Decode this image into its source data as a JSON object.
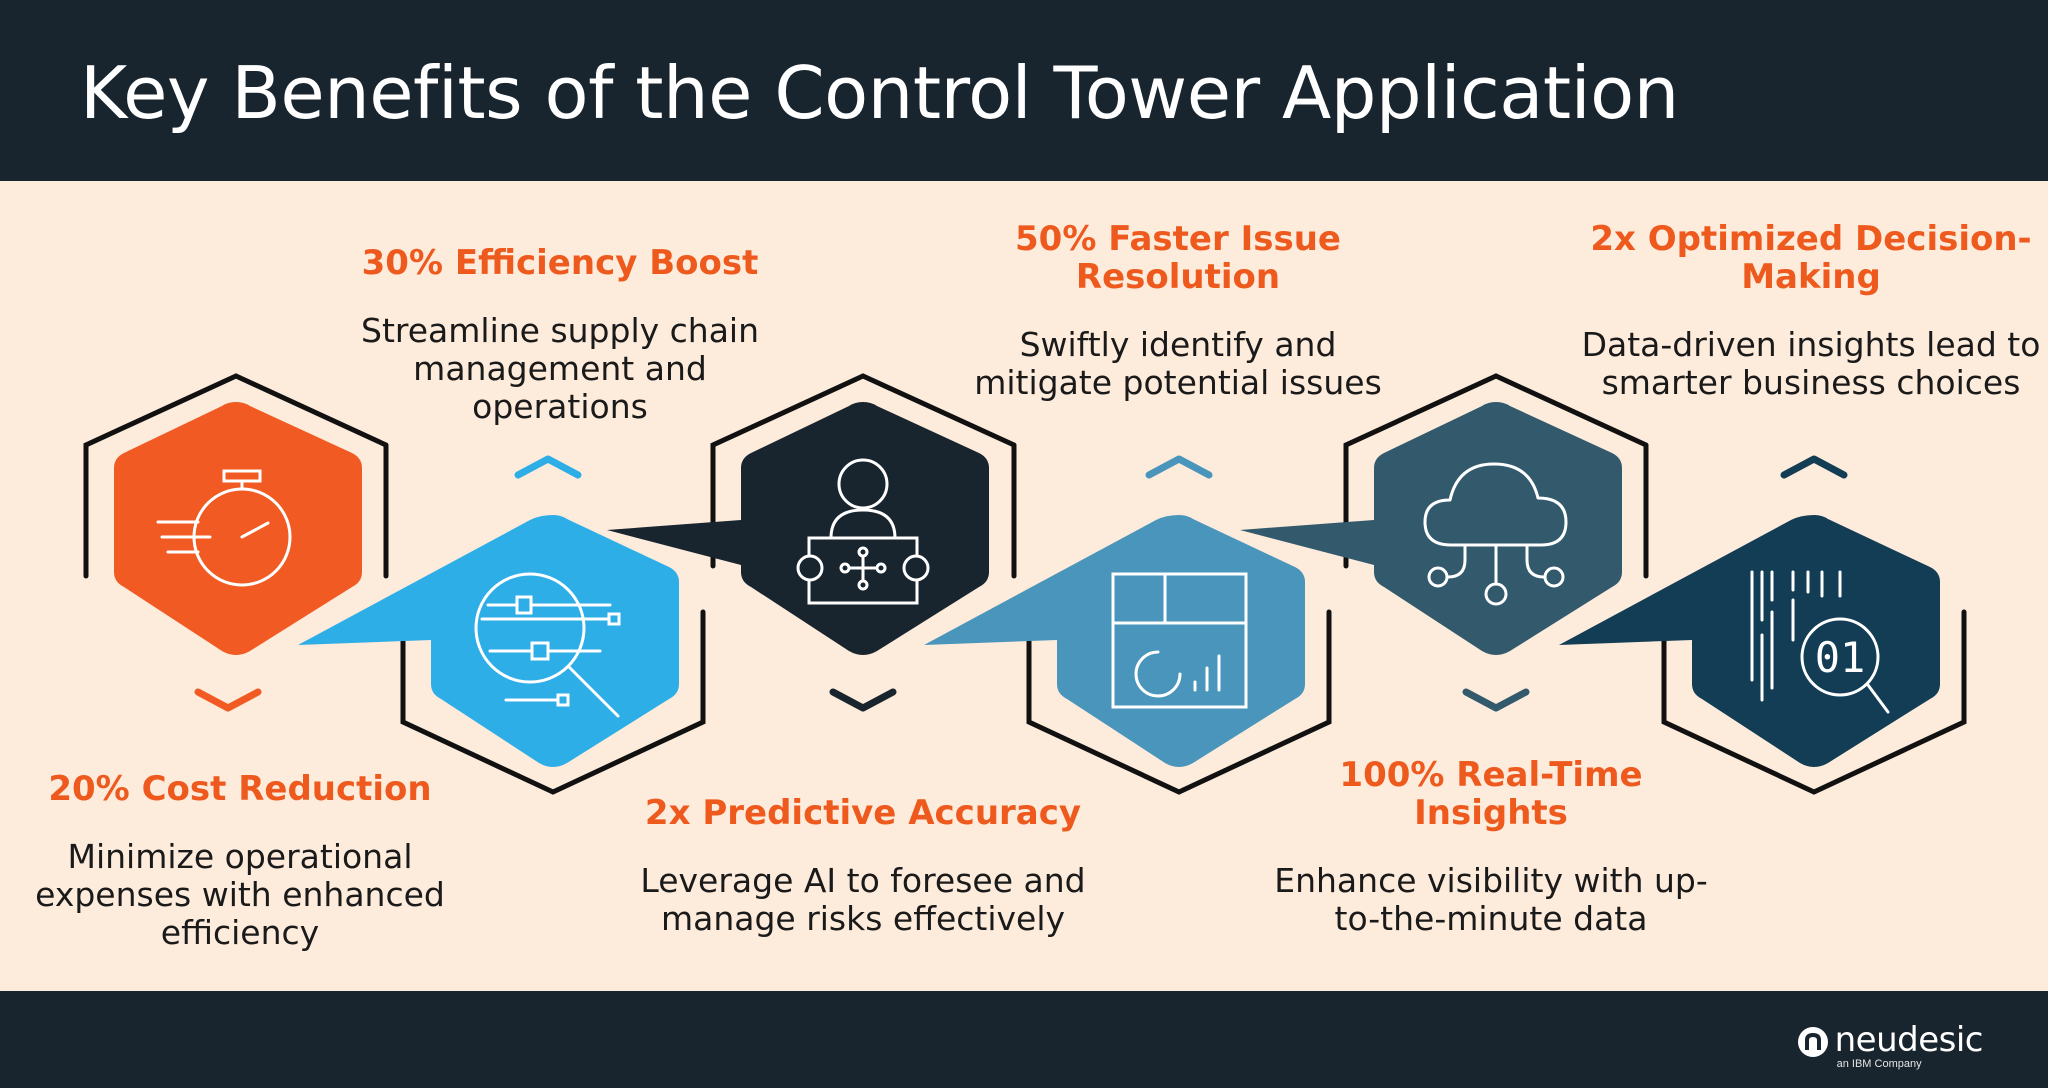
{
  "title": "Key Benefits of the Control Tower Application",
  "colors": {
    "header_bg": "#18242e",
    "content_bg": "#fdebdc",
    "accent_orange": "#f15a22",
    "text_orange": "#ee5a1d",
    "light_blue": "#2eaee7",
    "dark_navy": "#18242e",
    "steel_blue": "#4a95bb",
    "slate": "#325a6c",
    "deep_blue": "#123d55"
  },
  "benefits": [
    {
      "title": "20% Cost Reduction",
      "description": "Minimize operational expenses with enhanced efficiency",
      "icon": "stopwatch-icon",
      "color": "#f15a22"
    },
    {
      "title": "30% Efficiency Boost",
      "description": "Streamline supply chain management and operations",
      "icon": "magnifier-sliders-icon",
      "color": "#2eaee7"
    },
    {
      "title": "2x Predictive Accuracy",
      "description": "Leverage AI to foresee and manage risks effectively",
      "icon": "person-network-icon",
      "color": "#18242e"
    },
    {
      "title": "50% Faster Issue Resolution",
      "description": "Swiftly identify and mitigate potential issues",
      "icon": "dashboard-icon",
      "color": "#4a95bb"
    },
    {
      "title": "100% Real-Time Insights",
      "description": "Enhance visibility with up-to-the-minute data",
      "icon": "cloud-network-icon",
      "color": "#325a6c"
    },
    {
      "title": "2x Optimized Decision-Making",
      "description": "Data-driven insights lead to smarter business choices",
      "icon": "binary-search-icon",
      "color": "#123d55"
    }
  ],
  "logo": {
    "name": "neudesic",
    "subtitle": "an IBM Company"
  }
}
